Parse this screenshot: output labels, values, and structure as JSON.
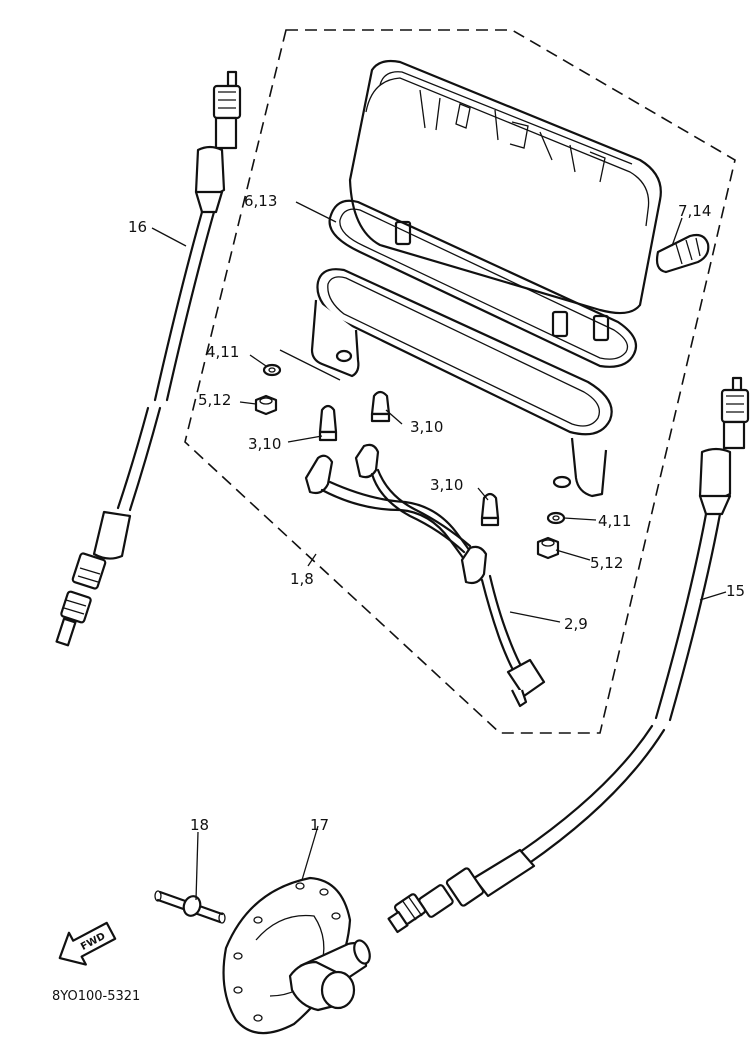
{
  "labels": {
    "p16": "16",
    "p6_13": "6,13",
    "p7_14": "7,14",
    "p4_11_left": "4,11",
    "p5_12_left": "5,12",
    "p3_10_a": "3,10",
    "p3_10_b": "3,10",
    "p3_10_c": "3,10",
    "p4_11_right": "4,11",
    "p5_12_right": "5,12",
    "p1_8": "1,8",
    "p2_9": "2,9",
    "p15": "15",
    "p18": "18",
    "p17": "17"
  },
  "arrow_text": "FWD",
  "diagram_code": "8YO100-5321",
  "icons": {
    "forward_arrow": "forward-arrow-icon"
  }
}
